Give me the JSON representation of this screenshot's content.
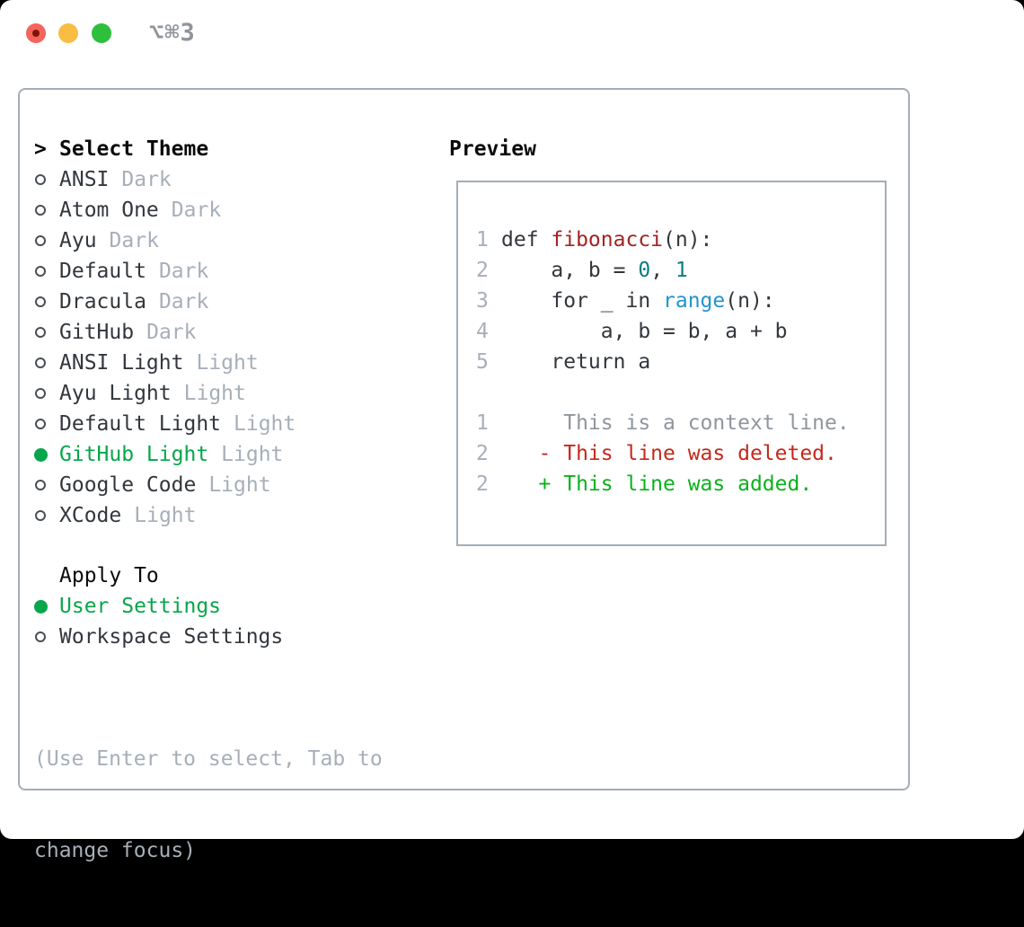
{
  "window": {
    "title": "⌥⌘3",
    "traffic_lights": [
      "close",
      "minimize",
      "zoom"
    ]
  },
  "theme_picker": {
    "header_marker": ">",
    "header": "Select Theme",
    "items": [
      {
        "name": "ANSI",
        "tag": "Dark",
        "selected": false
      },
      {
        "name": "Atom One",
        "tag": "Dark",
        "selected": false
      },
      {
        "name": "Ayu",
        "tag": "Dark",
        "selected": false
      },
      {
        "name": "Default",
        "tag": "Dark",
        "selected": false
      },
      {
        "name": "Dracula",
        "tag": "Dark",
        "selected": false
      },
      {
        "name": "GitHub",
        "tag": "Dark",
        "selected": false
      },
      {
        "name": "ANSI Light",
        "tag": "Light",
        "selected": false
      },
      {
        "name": "Ayu Light",
        "tag": "Light",
        "selected": false
      },
      {
        "name": "Default Light",
        "tag": "Light",
        "selected": false
      },
      {
        "name": "GitHub Light",
        "tag": "Light",
        "selected": true
      },
      {
        "name": "Google Code",
        "tag": "Light",
        "selected": false
      },
      {
        "name": "XCode",
        "tag": "Light",
        "selected": false
      }
    ],
    "apply_to": {
      "header": "Apply To",
      "options": [
        {
          "name": "User Settings",
          "selected": true
        },
        {
          "name": "Workspace Settings",
          "selected": false
        }
      ]
    },
    "hint_line1": "(Use Enter to select, Tab to",
    "hint_line2": "change focus)"
  },
  "preview": {
    "header": "Preview",
    "code_lines": [
      {
        "n": "1",
        "segs": [
          [
            "d",
            "def "
          ],
          [
            "r",
            "fibonacci"
          ],
          [
            "d",
            "(n):"
          ]
        ]
      },
      {
        "n": "2",
        "segs": [
          [
            "d",
            "    a, b = "
          ],
          [
            "t",
            "0"
          ],
          [
            "d",
            ", "
          ],
          [
            "t",
            "1"
          ]
        ]
      },
      {
        "n": "3",
        "segs": [
          [
            "d",
            "    for _ in "
          ],
          [
            "b",
            "range"
          ],
          [
            "d",
            "(n):"
          ]
        ]
      },
      {
        "n": "4",
        "segs": [
          [
            "d",
            "        a, b = b, a + b"
          ]
        ]
      },
      {
        "n": "5",
        "segs": [
          [
            "d",
            "    return a"
          ]
        ]
      },
      {
        "n": "",
        "segs": []
      },
      {
        "n": "1",
        "segs": [
          [
            "g",
            "     This is a context line."
          ]
        ]
      },
      {
        "n": "2",
        "segs": [
          [
            "del",
            "   - This line was deleted."
          ]
        ]
      },
      {
        "n": "2",
        "segs": [
          [
            "add",
            "   + This line was added."
          ]
        ]
      }
    ]
  },
  "colors": {
    "text_dark": "#32373d",
    "header_black": "#0a0a0a",
    "muted_gray": "#a6afb9",
    "context_gray": "#8f969d",
    "selected_green": "#07a64a",
    "added_green": "#0cb11c",
    "deleted_red": "#c5281b",
    "function_red": "#a32321",
    "number_teal": "#0b7c82",
    "builtin_blue": "#2195cb",
    "border_gray": "#a4adb7",
    "title_gray": "#8f959b",
    "traffic_red": "#f4645a",
    "traffic_red_dot": "#7e150a",
    "traffic_yellow": "#f9bd44",
    "traffic_green": "#2ec03c"
  }
}
